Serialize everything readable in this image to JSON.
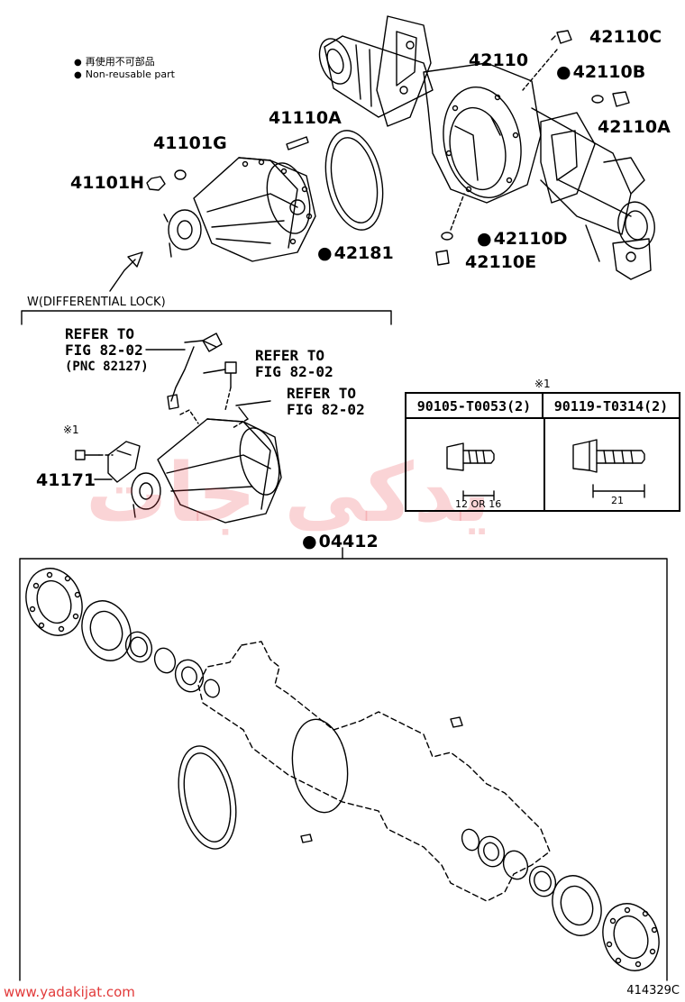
{
  "legend": {
    "line1": "再使用不可部品",
    "line2": "Non-reusable part"
  },
  "parts": {
    "p42110C": "42110C",
    "p42110": "42110",
    "p42110B": "42110B",
    "p42110A": "42110A",
    "p41110A": "41110A",
    "p41101G": "41101G",
    "p41101H": "41101H",
    "p42181": "42181",
    "p42110D": "42110D",
    "p42110E": "42110E",
    "p41171": "41171",
    "p04412": "04412"
  },
  "variant_label": "W(DIFFERENTIAL LOCK)",
  "refs": {
    "ref1_line1": "REFER TO",
    "ref1_line2": "FIG 82-02",
    "ref1_line3": "(PNC 82127)",
    "ref2_line1": "REFER TO",
    "ref2_line2": "FIG 82-02",
    "ref3_line1": "REFER TO",
    "ref3_line2": "FIG 82-02"
  },
  "note_mark": "※1",
  "bolt_table": {
    "mark": "※1",
    "col1_part": "90105-T0053(2)",
    "col2_part": "90119-T0314(2)",
    "col1_dim": "12 OR 16",
    "col2_dim": "21"
  },
  "watermark_text": "یدکی جات",
  "site_url": "www.yadakijat.com",
  "figure_number": "414329C"
}
